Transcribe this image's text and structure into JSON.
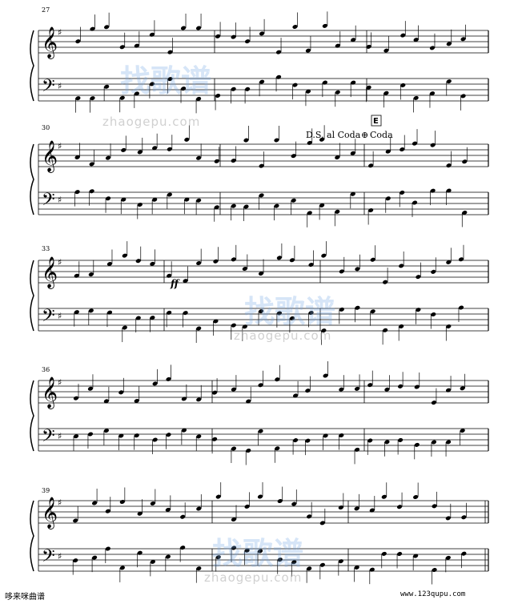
{
  "score": {
    "measure_numbers": [
      "27",
      "30",
      "33",
      "36",
      "39"
    ],
    "directions": {
      "ds_al_coda": "D.S. al Coda",
      "coda_sign": "⊕",
      "coda": "Coda"
    },
    "rehearsal_mark": "E",
    "dynamic": "ff"
  },
  "watermarks": {
    "domain": "zhaogepu.com",
    "chinese": "找歌谱"
  },
  "footer": {
    "left": "哆来咪曲谱",
    "right": "www.123qupu.com"
  },
  "colors": {
    "ink": "#000000",
    "watermark_orange": "#f2b27a",
    "watermark_blue": "#8fbce8"
  }
}
